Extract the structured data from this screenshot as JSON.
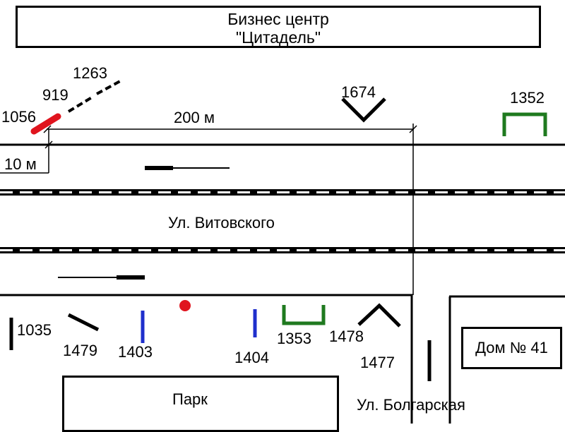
{
  "header": {
    "line1": "Бизнес центр",
    "line2": "\"Цитадель\""
  },
  "street_main": "Ул. Витовского",
  "street_side": "Ул. Болгарская",
  "park_label": "Парк",
  "house_label": "Дом № 41",
  "distance_200": "200 м",
  "distance_10": "10 м",
  "markers": {
    "m1263": "1263",
    "m919": "919",
    "m1056": "1056",
    "m1674": "1674",
    "m1352": "1352",
    "m1035": "1035",
    "m1479": "1479",
    "m1403": "1403",
    "m1404": "1404",
    "m1353": "1353",
    "m1478": "1478",
    "m1477": "1477"
  },
  "colors": {
    "red": "#e0141e",
    "green": "#1f7a1f",
    "blue": "#1f2fcc",
    "black": "#000000"
  }
}
